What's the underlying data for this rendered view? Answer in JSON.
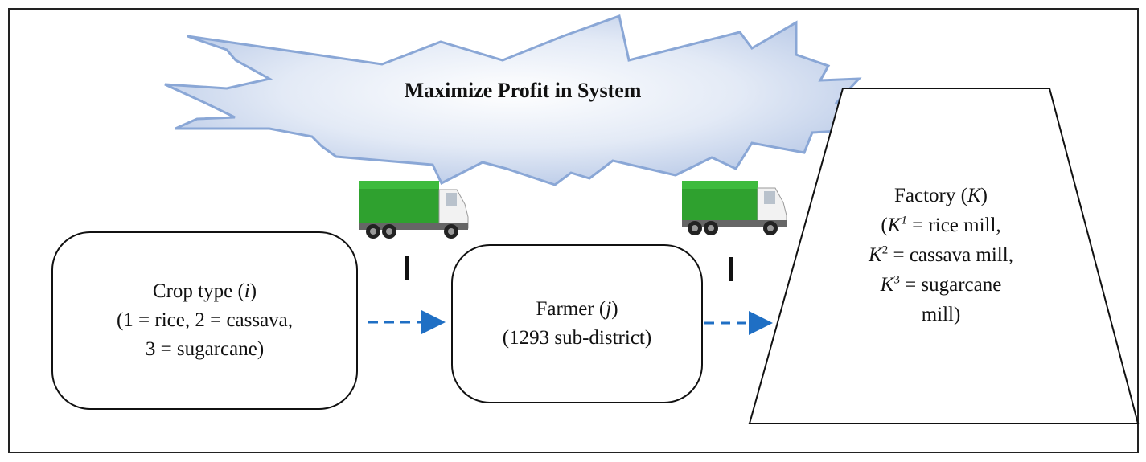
{
  "title": "Maximize Profit in System",
  "crop": {
    "line1_pre": "Crop type (",
    "line1_var": "i",
    "line1_post": ")",
    "line2": "(1 = rice, 2 = cassava,",
    "line3": "3 = sugarcane)"
  },
  "farmer": {
    "line1_pre": "Farmer (",
    "line1_var": "j",
    "line1_post": ")",
    "line2": "(1293 sub-district)"
  },
  "factory": {
    "line1_pre": "Factory (",
    "line1_var": "K",
    "line1_post": ")",
    "k1_pre": "(",
    "k1_var": "K",
    "k1_sup": "1",
    "k1_post": " = rice mill,",
    "k2_var": "K",
    "k2_sup": "2",
    "k2_post": " = cassava mill,",
    "k3_var": "K",
    "k3_sup": "3",
    "k3_post": " = sugarcane",
    "k4": "mill)"
  },
  "colors": {
    "cloud_fill": "#cfdcef",
    "cloud_stroke": "#8aa7d6",
    "arrow": "#1f6fc4",
    "truck_green": "#2fa12f"
  },
  "icons": [
    "truck-icon",
    "truck-icon"
  ]
}
